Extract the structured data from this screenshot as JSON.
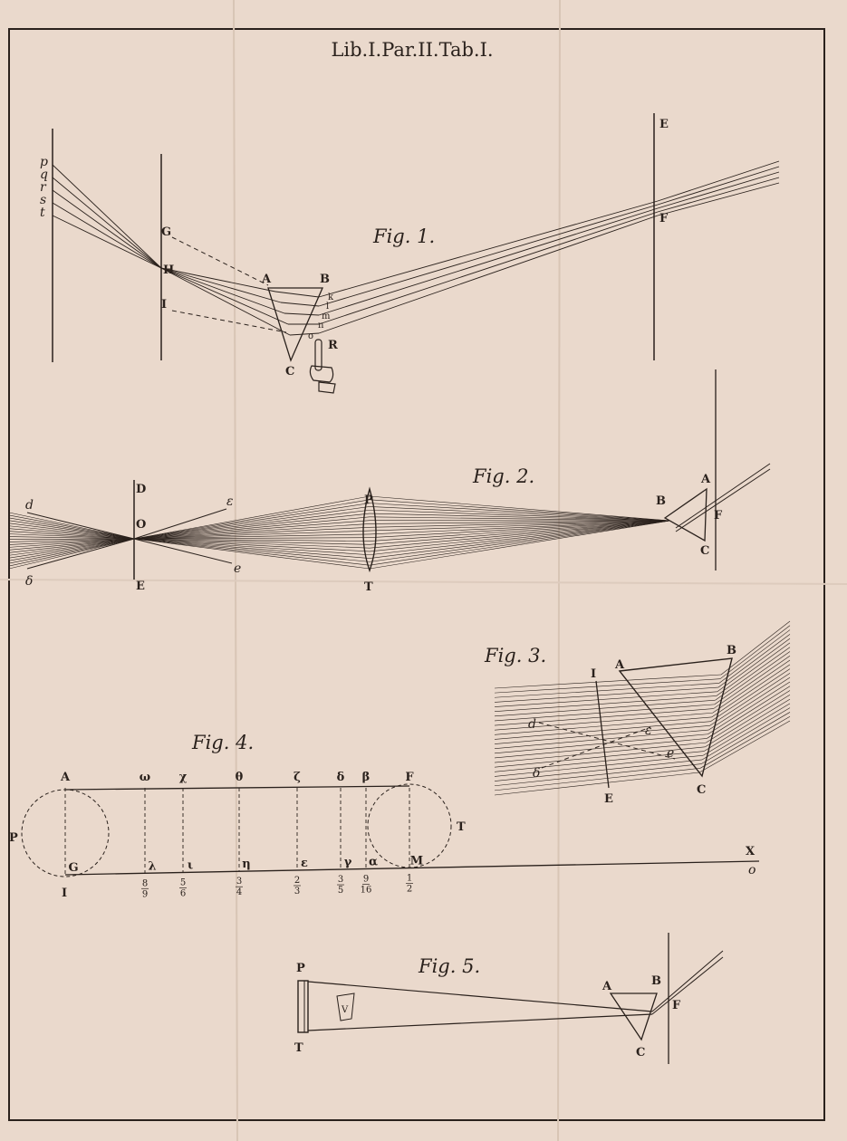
{
  "plate_title": "Lib.I.Par.II.Tab.I.",
  "colors": {
    "paper": "#ead9cc",
    "ink": "#2a211c",
    "border": "#3a2e27"
  },
  "fig1": {
    "title": "Fig. 1.",
    "labels": {
      "p": "p",
      "q": "q",
      "r": "r",
      "s": "s",
      "t": "t",
      "G": "G",
      "H": "H",
      "I": "I",
      "A": "A",
      "B": "B",
      "C": "C",
      "R": "R",
      "E": "E",
      "F": "F",
      "k": "k",
      "l": "l",
      "m": "m",
      "n": "n",
      "o": "o"
    },
    "hand_icon": "pointing-hand"
  },
  "fig2": {
    "title": "Fig. 2.",
    "labels": {
      "d": "d",
      "delta": "δ",
      "D": "D",
      "O": "O",
      "E": "E",
      "epsilon": "ε",
      "e": "e",
      "P": "P",
      "T": "T",
      "A": "A",
      "B": "B",
      "C": "C",
      "F": "F"
    }
  },
  "fig3": {
    "title": "Fig. 3.",
    "labels": {
      "I": "I",
      "A": "A",
      "B": "B",
      "d": "d",
      "epsilon": "ε",
      "delta": "δ",
      "e": "e",
      "E": "E",
      "C": "C"
    }
  },
  "fig4": {
    "title": "Fig. 4.",
    "top_labels": [
      "A",
      "ω",
      "χ",
      "θ",
      "ζ",
      "δ",
      "β",
      "F"
    ],
    "bottom_labels": [
      "G",
      "λ",
      "ι",
      "η",
      "ε",
      "γ",
      "α",
      "M"
    ],
    "fractions": [
      [
        "8",
        "9"
      ],
      [
        "5",
        "6"
      ],
      [
        "3",
        "4"
      ],
      [
        "2",
        "3"
      ],
      [
        "3",
        "5"
      ],
      [
        "9",
        "16"
      ],
      [
        "1",
        "2"
      ]
    ],
    "labels": {
      "P": "P",
      "T": "T",
      "I": "I",
      "X": "X",
      "o": "o"
    }
  },
  "fig5": {
    "title": "Fig. 5.",
    "labels": {
      "P": "P",
      "T": "T",
      "V": "V",
      "A": "A",
      "B": "B",
      "C": "C",
      "F": "F"
    }
  }
}
